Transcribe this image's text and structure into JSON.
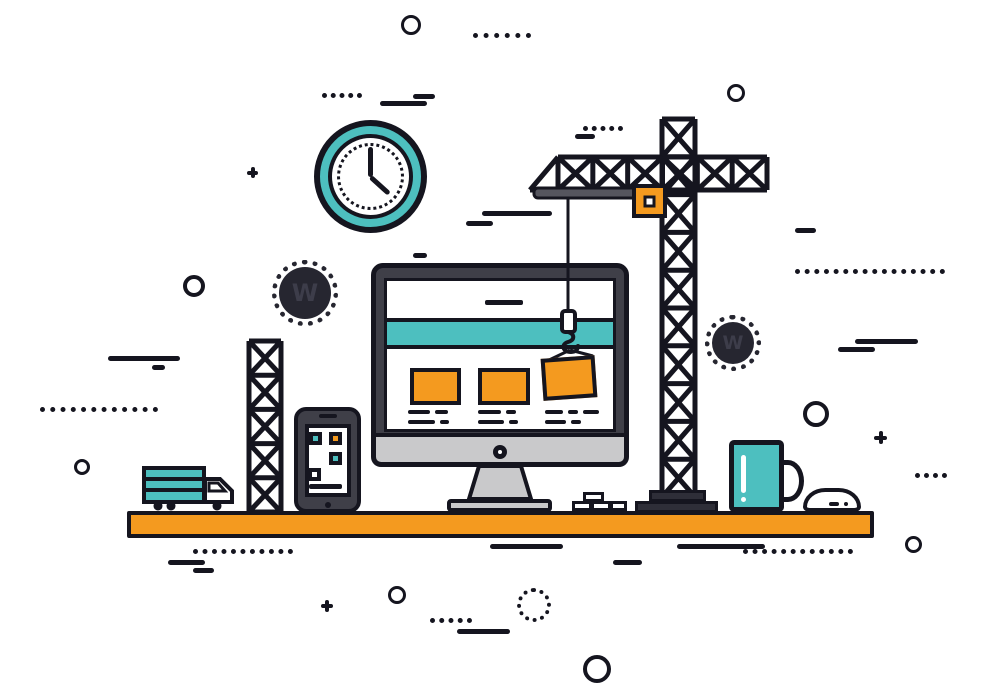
{
  "illustration": {
    "name": "website-under-construction",
    "gear_glyph": "W",
    "elements": [
      "wall-clock",
      "tower-crane",
      "crane-trolley",
      "crane-hook",
      "hanging-content-block",
      "desktop-monitor",
      "webpage-wireframe",
      "smartphone",
      "delivery-truck",
      "lattice-tower",
      "coffee-mug",
      "computer-mouse",
      "toy-bricks",
      "work-platform",
      "gear-left",
      "gear-right"
    ]
  },
  "colors": {
    "ink": "#15151f",
    "teal": "#4dbfbf",
    "orange": "#f49a1f",
    "device_dark": "#3f3f48",
    "metal_gray": "#c9c9cb",
    "rail_gray": "#55555e",
    "gear_dark": "#262630",
    "background": "#ffffff"
  }
}
